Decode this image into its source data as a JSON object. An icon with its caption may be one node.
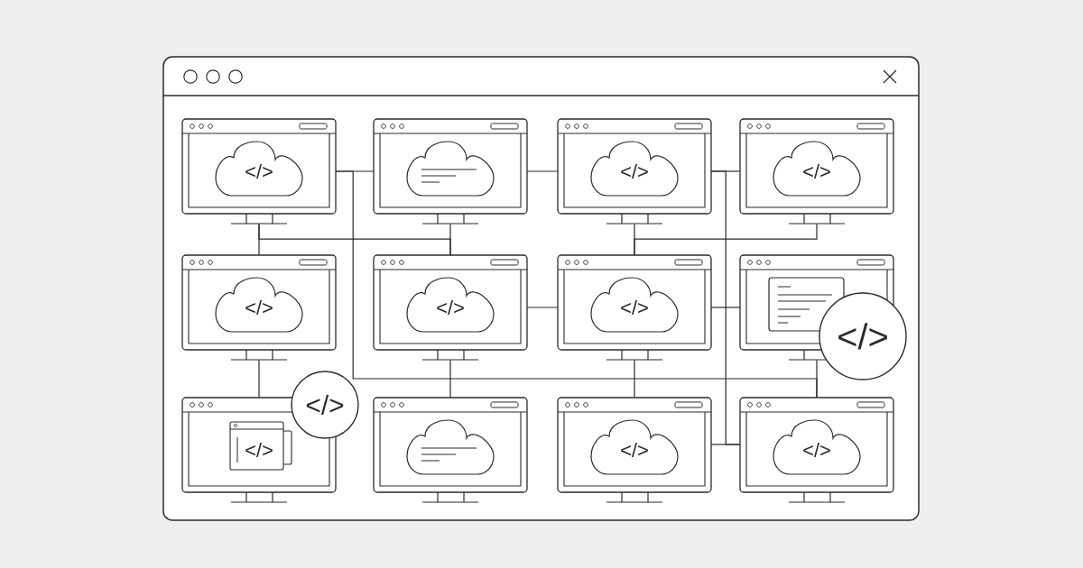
{
  "diagram": {
    "nodes": [
      {
        "text": [],
        "shape": "box"
      },
      {
        "text": [
          "</>"
        ],
        "in": 0
      },
      {
        "text": [],
        "shape": "picture",
        "in": 0
      },
      {
        "text": [
          "</>"
        ],
        "in": 0
      },
      {
        "text": [
          "</>"
        ],
        "in": 0
      },
      {
        "text": [
          "</>"
        ],
        "in": 0
      },
      {
        "text": [
          "</>"
        ],
        "in": 0
      },
      {
        "text": [
          "</>"
        ],
        "in": 0
      },
      {
        "text": [],
        "shape": "picture",
        "in": 0
      },
      {
        "text": [
          "</>"
        ],
        "in": 0
      },
      {
        "text": [],
        "shape": "picture",
        "in": 0
      },
      {
        "text": [
          "</>"
        ],
        "in": 0
      },
      {
        "text": [
          "</>"
        ],
        "in": 0
      },
      {
        "text": [
          "</>"
        ],
        "in": 0
      },
      {
        "text": [
          "</>"
        ],
        "in": 0
      }
    ],
    "edges": [
      {
        "from": 1,
        "to": 2,
        "arrow": "none"
      },
      {
        "from": 2,
        "to": 3,
        "arrow": "none"
      },
      {
        "from": 3,
        "to": 4,
        "arrow": "none"
      },
      {
        "from": 1,
        "to": 5,
        "arrow": "none"
      },
      {
        "from": 2,
        "to": 6,
        "arrow": "none"
      },
      {
        "from": 1,
        "to": 6,
        "arrow": "none"
      },
      {
        "from": 3,
        "to": 7,
        "arrow": "none"
      },
      {
        "from": 4,
        "to": 7,
        "arrow": "none"
      },
      {
        "from": 6,
        "to": 7,
        "arrow": "none"
      },
      {
        "from": 7,
        "to": 8,
        "arrow": "none"
      },
      {
        "from": 5,
        "to": 9,
        "arrow": "none"
      },
      {
        "from": 6,
        "to": 10,
        "arrow": "none"
      },
      {
        "from": 7,
        "to": 11,
        "arrow": "none"
      },
      {
        "from": 8,
        "to": 12,
        "arrow": "none"
      },
      {
        "from": 11,
        "to": 12,
        "arrow": "none"
      },
      {
        "from": 1,
        "to": 12,
        "arrow": "none"
      },
      {
        "from": 3,
        "to": 12,
        "arrow": "none"
      }
    ]
  }
}
